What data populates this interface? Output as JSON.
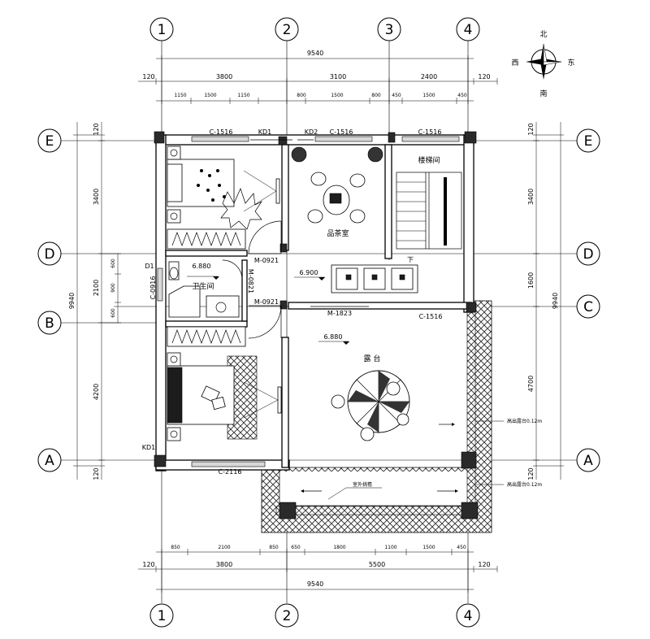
{
  "axes": {
    "vertical": [
      "1",
      "2",
      "3",
      "4"
    ],
    "horizontal": [
      "E",
      "D",
      "C",
      "B",
      "A"
    ]
  },
  "compass": {
    "north": "北",
    "south": "南",
    "east": "东",
    "west": "西"
  },
  "dimensions": {
    "top_total": "9540",
    "top_main": [
      "120",
      "3800",
      "3100",
      "2400",
      "120"
    ],
    "top_detail": [
      "1150",
      "1500",
      "1150",
      "800",
      "1500",
      "800",
      "450",
      "1500",
      "450"
    ],
    "bottom_total": "9540",
    "bottom_main": [
      "120",
      "3800",
      "5500",
      "120"
    ],
    "bottom_detail": [
      "850",
      "2100",
      "850",
      "650",
      "1800",
      "1100",
      "1500",
      "450"
    ],
    "left_total": "9940",
    "left_main": [
      "120",
      "3400",
      "2100",
      "4200",
      "120"
    ],
    "left_detail": [
      "600",
      "900",
      "600"
    ],
    "right_total": "9940",
    "right_main": [
      "120",
      "3400",
      "1600",
      "4700",
      "120"
    ]
  },
  "labels": {
    "windows": [
      "C-1516",
      "C-1516",
      "C-1516",
      "C-2116",
      "C-1516"
    ],
    "doors": [
      "KD1",
      "KD2",
      "M-0921",
      "M-0821",
      "M-0921",
      "M-1823",
      "C-0916",
      "D1",
      "KD1"
    ],
    "elevations": [
      "6.880",
      "6.900",
      "6.880"
    ],
    "rooms": [
      "品茶室",
      "楼梯间",
      "卫生间",
      "露 台"
    ],
    "notes": [
      "室外挑檐",
      "高出露台0.12m",
      "高出露台0.12m"
    ],
    "stair_mark": "下"
  }
}
